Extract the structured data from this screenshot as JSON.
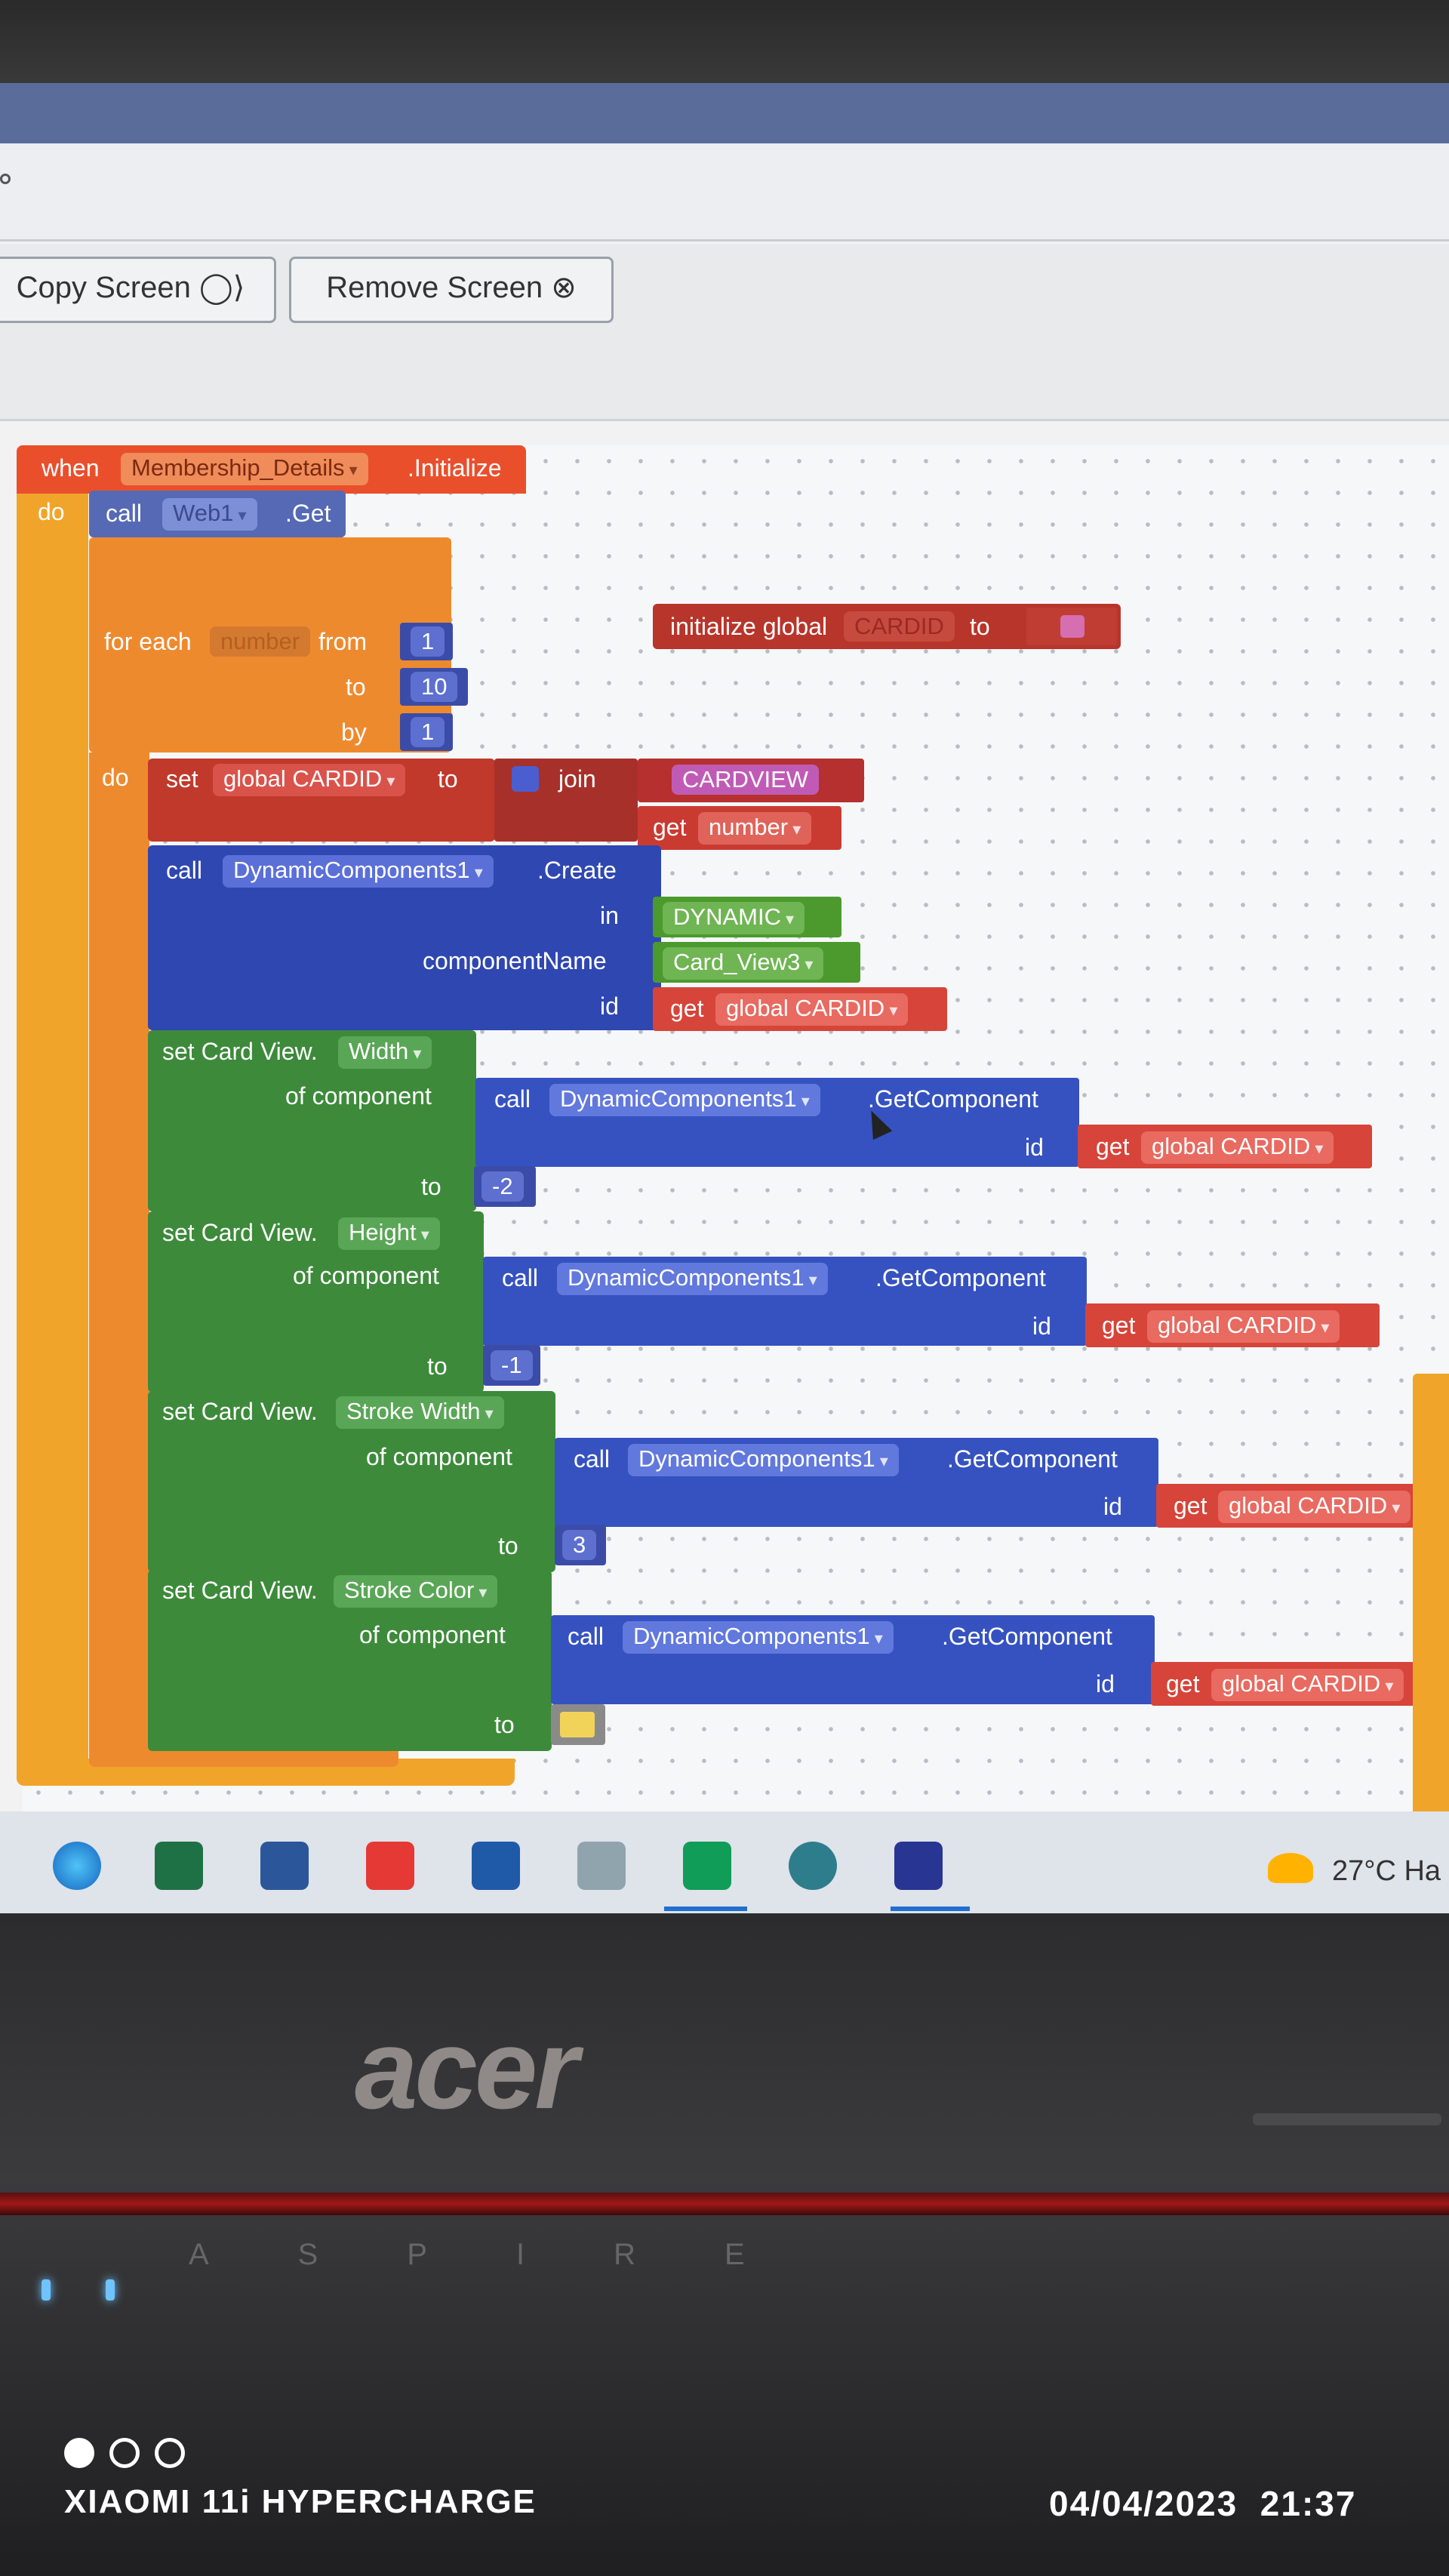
{
  "toolbar": {
    "copy_screen": "Copy Screen ◯⟩",
    "remove_screen": "Remove Screen ⊗"
  },
  "blocks": {
    "when": "when",
    "component": "Membership_Details",
    "event": ".Initialize",
    "do": "do",
    "call": "call",
    "web": "Web1",
    "get_method": ".Get",
    "for_each": "for each",
    "var_number": "number",
    "from": "from",
    "to": "to",
    "by": "by",
    "from_val": "1",
    "to_val": "10",
    "by_val": "1",
    "init_global": "initialize global",
    "init_name": "CARDID",
    "init_to": "to",
    "set": "set",
    "global_cardid": "global CARDID",
    "join": "join",
    "cardview_text": "CARDVIEW",
    "get": "get",
    "number": "number",
    "dyn": "DynamicComponents1",
    "create": ".Create",
    "in": "in",
    "dynamic": "DYNAMIC",
    "componentName": "componentName",
    "card_view3": "Card_View3",
    "id": "id",
    "set_card_view": "set Card View.",
    "width": "Width",
    "height": "Height",
    "stroke_width": "Stroke Width",
    "stroke_color": "Stroke Color",
    "of_component": "of component",
    "get_component": ".GetComponent",
    "val_width": "-2",
    "val_height": "-1",
    "val_stroke": "3"
  },
  "taskbar": {
    "weather": "27°C Ha",
    "icons": [
      "copilot-icon",
      "excel-icon",
      "word-icon",
      "wps-icon",
      "app-icon",
      "folder-icon",
      "sheets-icon",
      "browser-icon",
      "app-inventor-icon"
    ]
  },
  "laptop": {
    "brand": "acer",
    "series": "ASPIRE"
  },
  "camera_overlay": {
    "device": "XIAOMI 11i HYPERCHARGE",
    "date": "04/04/2023",
    "time": "21:37"
  },
  "colors": {
    "event_orange": "#e88a25",
    "variable_red": "#c0392b",
    "method_blue": "#2f47b0",
    "setter_green": "#3d8a3b"
  }
}
